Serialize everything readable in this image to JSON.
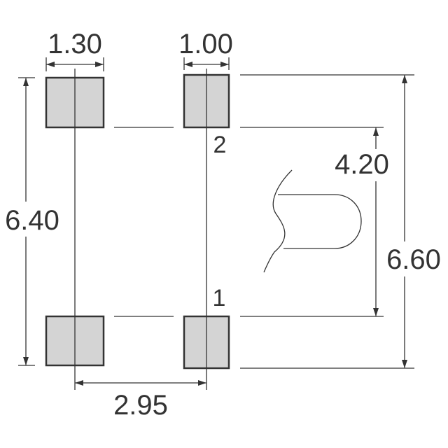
{
  "dimensions": {
    "pad_width_left": "1.30",
    "pad_width_right": "1.00",
    "pitch_horizontal": "2.95",
    "height_left": "6.40",
    "pitch_vertical": "4.20",
    "height_right": "6.60"
  },
  "pins": {
    "top": "2",
    "bottom": "1"
  },
  "colors": {
    "pad_fill": "#d4d4d4",
    "line": "#333333"
  }
}
